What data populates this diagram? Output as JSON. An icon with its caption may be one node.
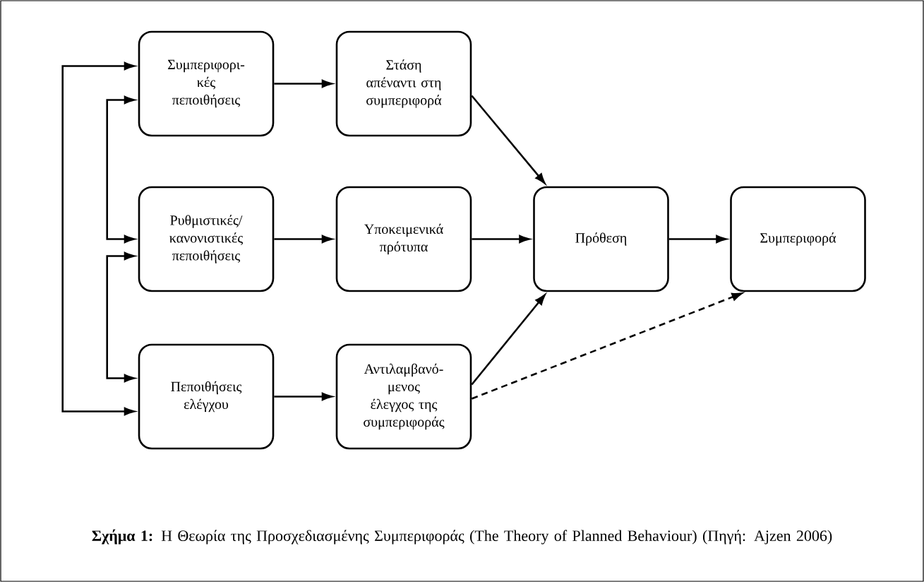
{
  "diagram": {
    "caption": "**Σχήμα 1:** Η Θεωρία της Προσχεδιασμένης Συμπεριφοράς (The Theory of Planned Behaviour) (Πηγή: Ajzen 2006)",
    "nodes": [
      {
        "text": [
          "Συμπεριφορι- κές πεποιθήσεις"
        ]
      },
      {
        "text": [
          "Στάση απέναντι στη συμπεριφορά"
        ]
      },
      {
        "text": [
          "Ρυθμιστικές/ κανονιστικές πεποιθήσεις"
        ]
      },
      {
        "text": [
          "Υποκειμενικά πρότυπα"
        ]
      },
      {
        "text": [
          "Πεποιθήσεις ελέγχου"
        ]
      },
      {
        "text": [
          "Αντιλαμβανό- μενος έλεγχος της συμπεριφοράς"
        ]
      },
      {
        "text": [
          "Πρόθεση"
        ]
      },
      {
        "text": [
          "Συμπεριφορά"
        ]
      }
    ],
    "edges": [
      {
        "from": 0,
        "to": 1,
        "arrow": "to"
      },
      {
        "from": 2,
        "to": 3,
        "arrow": "to"
      },
      {
        "from": 4,
        "to": 5,
        "arrow": "to"
      },
      {
        "from": 1,
        "to": 6,
        "arrow": "to"
      },
      {
        "from": 3,
        "to": 6,
        "arrow": "to"
      },
      {
        "from": 5,
        "to": 6,
        "arrow": "to"
      },
      {
        "from": 6,
        "to": 7,
        "arrow": "to"
      },
      {
        "from": 5,
        "to": 7,
        "arrow": "to",
        "style": "dashed"
      },
      {
        "from": 0,
        "to": 4,
        "arrow": "both"
      },
      {
        "from": 0,
        "to": 2,
        "arrow": "both"
      },
      {
        "from": 2,
        "to": 4,
        "arrow": "both"
      }
    ]
  }
}
